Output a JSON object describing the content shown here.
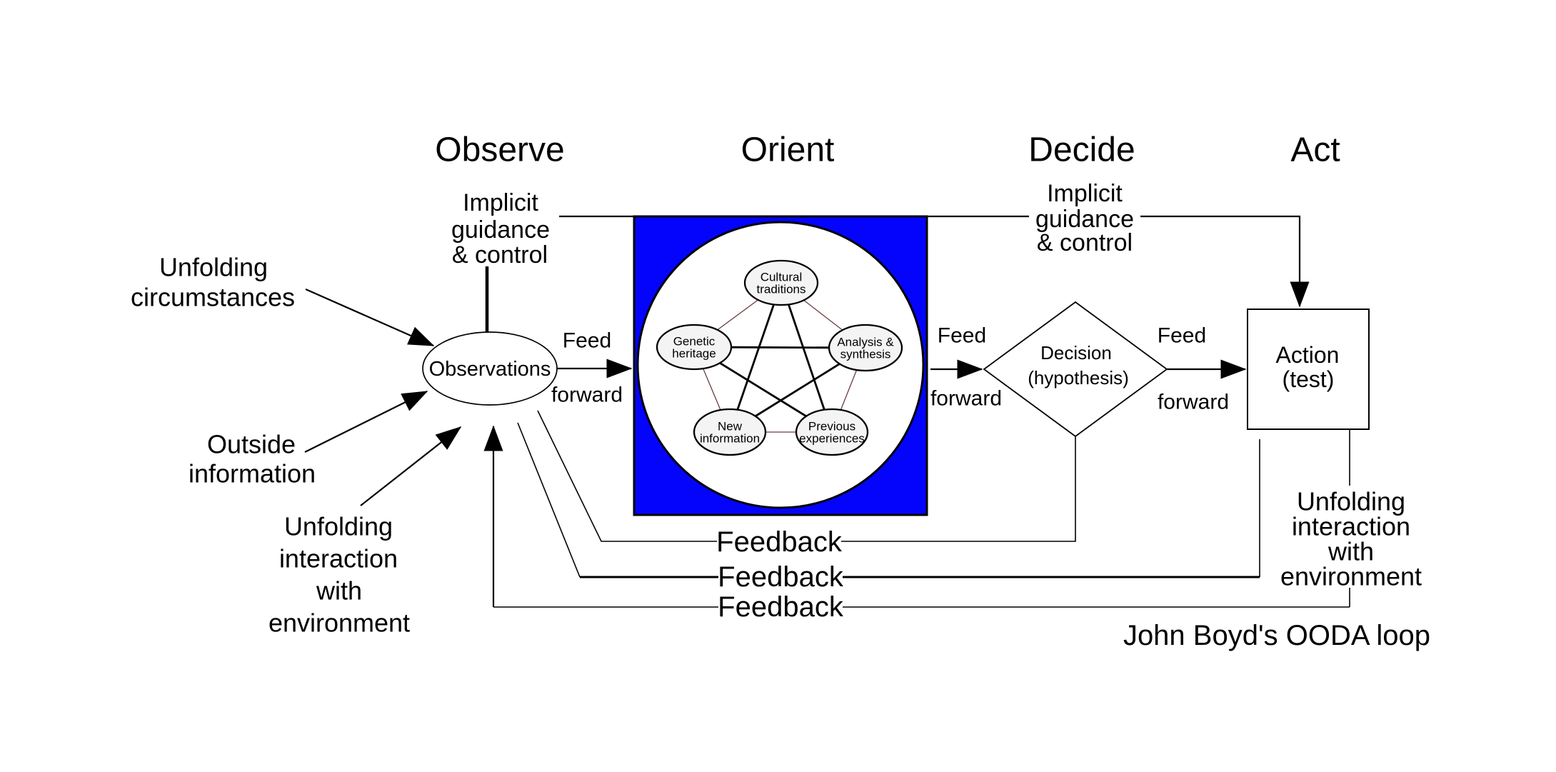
{
  "colors": {
    "canvas": "#ffffff",
    "orient_box_blue": "#0404fc",
    "pentagon_edge": "#6b3f3f",
    "node_fill": "#f4f4f4",
    "ink": "#000000"
  },
  "headers": {
    "observe": "Observe",
    "orient": "Orient",
    "decide": "Decide",
    "act": "Act"
  },
  "implicit_guidance_left": [
    "Implicit",
    "guidance",
    "& control"
  ],
  "implicit_guidance_right": [
    "Implicit",
    "guidance",
    "& control"
  ],
  "inputs": {
    "unfolding_circumstances": [
      "Unfolding",
      "circumstances"
    ],
    "outside_information": [
      "Outside",
      "information"
    ],
    "unfolding_interaction_left": [
      "Unfolding",
      "interaction",
      "with",
      "environment"
    ]
  },
  "unfolding_interaction_right": [
    "Unfolding",
    "interaction",
    "with",
    "environment"
  ],
  "nodes": {
    "observations": "Observations",
    "decision": [
      "Decision",
      "(hypothesis)"
    ],
    "action": [
      "Action",
      "(test)"
    ]
  },
  "orient_cluster": {
    "cultural_traditions": [
      "Cultural",
      "traditions"
    ],
    "genetic_heritage": [
      "Genetic",
      "heritage"
    ],
    "analysis_synthesis": [
      "Analysis &",
      "synthesis"
    ],
    "new_information": [
      "New",
      "information"
    ],
    "previous_experiences": [
      "Previous",
      "experiences"
    ]
  },
  "feed_forward": [
    {
      "top": "Feed",
      "bottom": "forward"
    },
    {
      "top": "Feed",
      "bottom": "forward"
    },
    {
      "top": "Feed",
      "bottom": "forward"
    }
  ],
  "feedback_labels": [
    "Feedback",
    "Feedback",
    "Feedback"
  ],
  "caption": "John Boyd's OODA loop"
}
